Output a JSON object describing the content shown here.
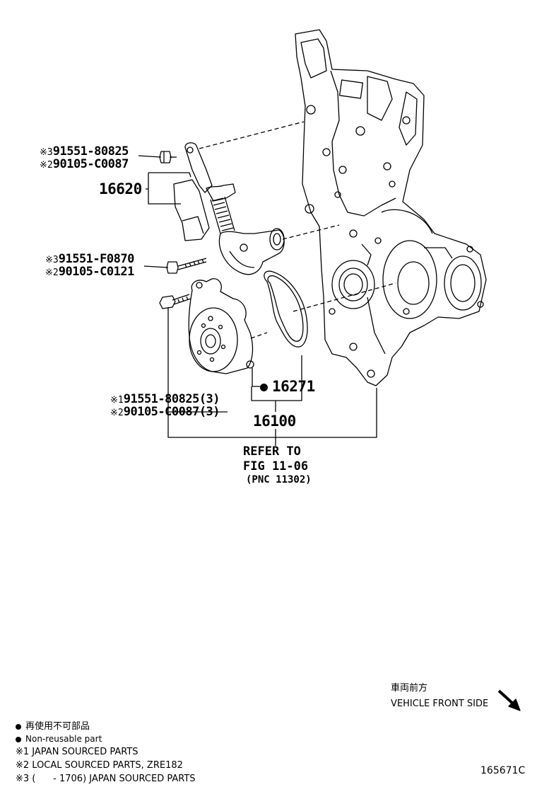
{
  "callouts": {
    "bolt_upper": {
      "mark1": "※3",
      "part1": "91551-80825",
      "mark2": "※2",
      "part2": "90105-C0087"
    },
    "tensioner": {
      "part": "16620"
    },
    "bolt_middle": {
      "mark1": "※3",
      "part1": "91551-F0870",
      "mark2": "※2",
      "part2": "90105-C0121"
    },
    "gasket": {
      "part": "16271"
    },
    "bolt_lower": {
      "mark1": "※1",
      "part1": "91551-80825(3)",
      "mark2": "※2",
      "part2": "90105-C0087(3)"
    },
    "water_pump": {
      "part": "16100"
    },
    "reference": {
      "line1": "REFER TO",
      "line2": "FIG 11-06",
      "line3": "(PNC 11302)"
    }
  },
  "orientation": {
    "label_jp": "車両前方",
    "label_en": "VEHICLE FRONT SIDE",
    "arrow_icon": "arrow-down-right-icon"
  },
  "legend": {
    "items": [
      {
        "text": "再使用不可部品",
        "marker": "dot"
      },
      {
        "text": "Non-reusable part",
        "marker": "dot"
      },
      {
        "text": "※1 JAPAN SOURCED PARTS"
      },
      {
        "text": "※2 LOCAL SOURCED PARTS, ZRE182"
      },
      {
        "text": "※3 (      - 1706) JAPAN SOURCED PARTS"
      }
    ]
  },
  "figure_id": "165671C"
}
